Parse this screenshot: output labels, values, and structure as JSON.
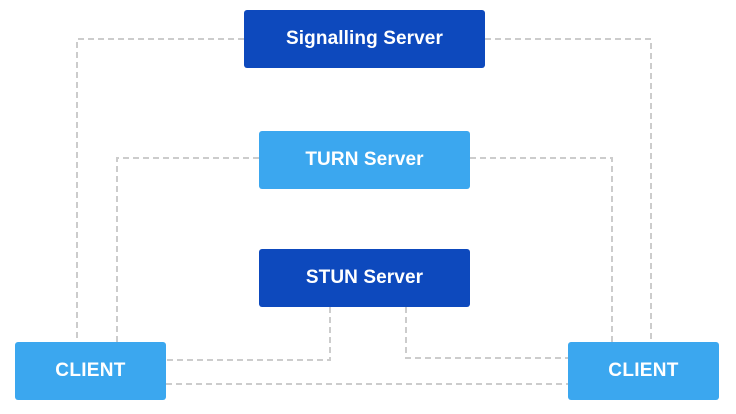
{
  "servers": {
    "signalling": {
      "label": "Signalling Server",
      "color": "#0d49bd"
    },
    "turn": {
      "label": "TURN Server",
      "color": "#3ba7ef"
    },
    "stun": {
      "label": "STUN Server",
      "color": "#0d49bd"
    }
  },
  "clients": {
    "left": {
      "label": "CLIENT",
      "color": "#3ba7ef"
    },
    "right": {
      "label": "CLIENT",
      "color": "#3ba7ef"
    }
  },
  "connector": {
    "color": "#cccccc",
    "style": "dashed"
  }
}
